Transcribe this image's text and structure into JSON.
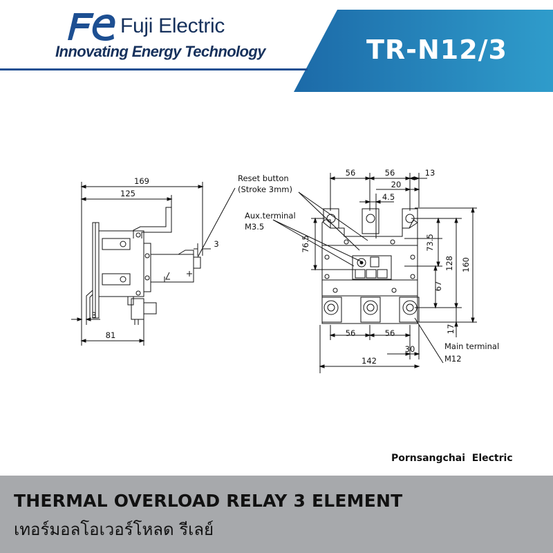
{
  "brand": {
    "logo_text": "Fe",
    "name": "Fuji Electric",
    "tagline": "Innovating Energy Technology",
    "color": "#16315c"
  },
  "product": {
    "model": "TR-N12/3",
    "banner_colors": [
      "#1c6aa8",
      "#2f9ccb"
    ]
  },
  "drawing": {
    "side_view": {
      "dims": {
        "overall_depth": "169",
        "depth": "125",
        "reset_offset": "3",
        "bracket_offset": "3",
        "mount_depth": "81"
      }
    },
    "front_view": {
      "dims": {
        "top_pitch_1": "56",
        "top_pitch_2": "56",
        "top_edge": "13",
        "reset_offset": "20",
        "aux_offset": "4.5",
        "aux_height": "76.5",
        "height_73_5": "73.5",
        "height_128": "128",
        "height_160": "160",
        "height_67": "67",
        "bottom_17": "17",
        "bottom_pitch_1": "56",
        "bottom_pitch_2": "56",
        "bottom_edge": "30",
        "width": "142"
      },
      "callouts": {
        "reset_line1": "Reset button",
        "reset_line2": "(Stroke 3mm)",
        "aux_line1": "Aux.terminal",
        "aux_line2": "M3.5",
        "main_line1": "Main terminal",
        "main_line2": "M12"
      }
    }
  },
  "watermark": "Pornsangchai  Electric",
  "footer": {
    "title_en": "THERMAL OVERLOAD RELAY 3 ELEMENT",
    "title_th": "เทอร์มอลโอเวอร์โหลด รีเลย์",
    "background": "#a7a9ac"
  }
}
